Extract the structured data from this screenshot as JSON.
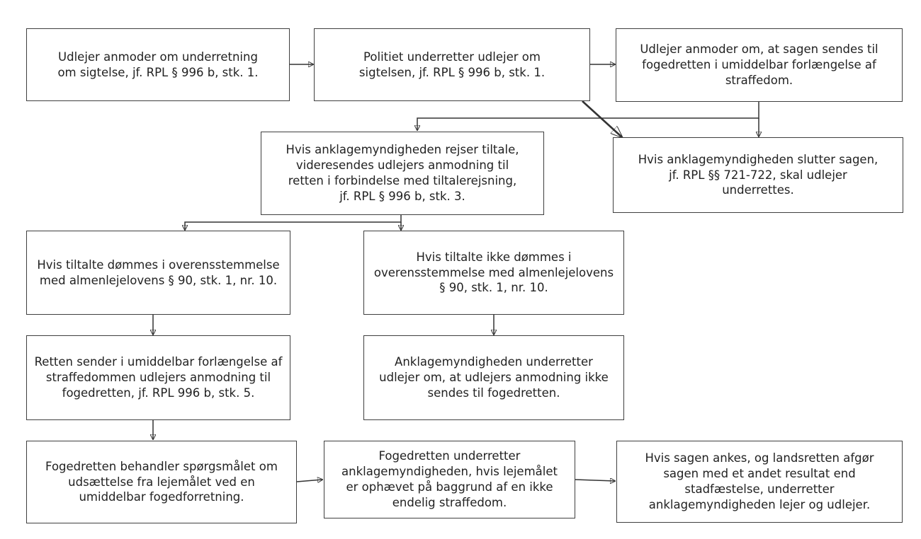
{
  "colors": {
    "background": "#ffffff",
    "border": "#3f3f3f",
    "text": "#222222",
    "connector": "#333333"
  },
  "nodes": {
    "n1": "Udlejer anmoder om underretning\nom sigtelse, jf. RPL § 996 b, stk. 1.",
    "n2": "Politiet underretter udlejer om\nsigtelsen, jf. RPL § 996 b, stk. 1.",
    "n3": "Udlejer anmoder om, at sagen sendes til\nfogedretten i umiddelbar forlængelse af\nstraffedom.",
    "n4": "Hvis anklagemyndigheden rejser tiltale,\nvideresendes udlejers anmodning til\nretten i forbindelse med tiltalerejsning,\njf. RPL § 996 b, stk. 3.",
    "n5": "Hvis anklagemyndigheden slutter sagen,\njf. RPL §§ 721-722, skal udlejer\nunderrettes.",
    "n6": "Hvis tiltalte dømmes i overensstemmelse\nmed almenlejelovens § 90, stk. 1, nr. 10.",
    "n7": "Hvis tiltalte ikke dømmes i\noverensstemmelse med almenlejelovens\n§ 90, stk. 1, nr. 10.",
    "n8": "Retten sender i umiddelbar forlængelse af\nstraffedommen udlejers anmodning til\nfogedretten, jf. RPL 996 b, stk. 5.",
    "n9": "Anklagemyndigheden underretter\nudlejer om, at udlejers anmodning ikke\nsendes til fogedretten.",
    "n10": "Fogedretten behandler spørgsmålet om\nudsættelse fra lejemålet ved en\numiddelbar fogedforretning.",
    "n11": "Fogedretten underretter\nanklagemyndigheden, hvis lejemålet\ner ophævet på baggrund af en ikke\nendelig straffedom.",
    "n12": "Hvis sagen ankes, og landsretten afgør\nsagen med et andet resultat end\nstadfæstelse, underretter\nanklagemyndigheden lejer og udlejer."
  }
}
